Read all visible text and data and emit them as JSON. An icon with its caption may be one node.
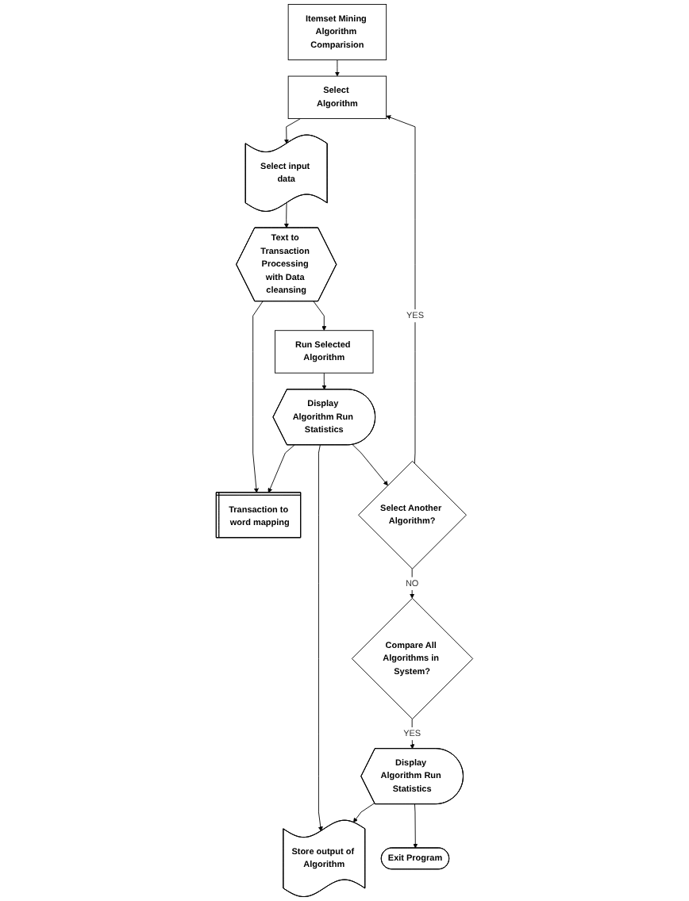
{
  "diagram": {
    "nodes": [
      {
        "text": [
          "Itemset Mining Algorithm Comparision"
        ]
      },
      {
        "text": [
          "Select Algorithm"
        ]
      },
      {
        "text": [
          "Select input data"
        ]
      },
      {
        "text": [
          "Text to Transaction Processing with Data cleansing"
        ]
      },
      {
        "text": [
          "Transaction to word mapping"
        ]
      },
      {
        "text": [
          "Run Selected Algorithm"
        ]
      },
      {
        "text": [
          "Select Another Algorithm?"
        ]
      },
      {
        "text": [
          "Display Algorithm Run Statistics"
        ]
      },
      {
        "text": [
          "Store output of Algorithm"
        ]
      },
      {
        "text": [
          "Compare All Algorithms in System?"
        ]
      },
      {
        "text": [
          "Display Algorithm Run Statistics"
        ]
      },
      {
        "text": [
          "Exit Program"
        ]
      }
    ],
    "edges": [
      {
        "from": 0,
        "to": 1,
        "arrow": "to"
      },
      {
        "from": 1,
        "to": 2,
        "arrow": "to"
      },
      {
        "from": 2,
        "to": 3,
        "arrow": "to"
      },
      {
        "from": 3,
        "to": 4,
        "arrow": "to"
      },
      {
        "from": 3,
        "to": 5,
        "arrow": "to"
      },
      {
        "from": 5,
        "to": 7,
        "arrow": "to"
      },
      {
        "from": 7,
        "to": 6,
        "arrow": "to"
      },
      {
        "from": 7,
        "to": 8,
        "arrow": "to"
      },
      {
        "from": 7,
        "to": 4,
        "arrow": "to"
      },
      {
        "from": 6,
        "to": 1,
        "arrow": "to",
        "label": "YES"
      },
      {
        "from": 6,
        "to": 9,
        "arrow": "to",
        "label": "NO"
      },
      {
        "from": 9,
        "to": 10,
        "arrow": "to",
        "label": "YES"
      },
      {
        "from": 10,
        "to": 8,
        "arrow": "to"
      },
      {
        "from": 10,
        "to": 11,
        "arrow": "to"
      }
    ]
  }
}
